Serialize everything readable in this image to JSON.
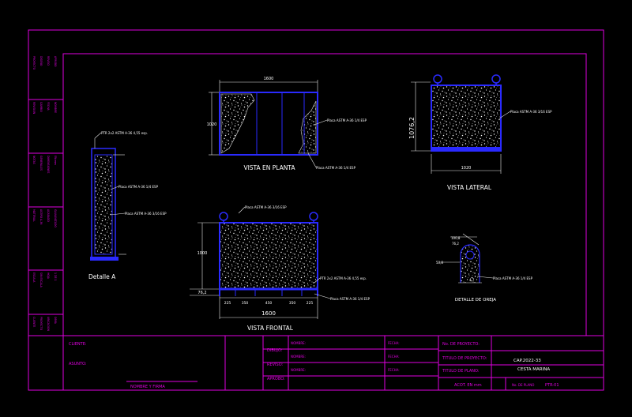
{
  "colors": {
    "background": "#000000",
    "frame": "#e000e0",
    "steel": "#2a2aff",
    "dim": "#e8e8e8",
    "text": "#ffffff"
  },
  "views": {
    "plan": {
      "title": "VISTA EN PLANTA",
      "dim_width": "1600",
      "dim_height": "1020",
      "note_right": "Placa ASTM A-36 1/4 ESP",
      "note_bottom": "Placa ASTM A-36 1/4 ESP"
    },
    "lateral": {
      "title": "VISTA LATERAL",
      "dim_height": "1076,2",
      "dim_width": "1020",
      "note": "Placa ASTM A-36 3/16 ESP"
    },
    "frontal": {
      "title": "VISTA FRONTAL",
      "dim_height": "1000",
      "dim_base": "76,2",
      "dim_total": "1600",
      "segments": [
        "225",
        "350",
        "450",
        "350",
        "225"
      ],
      "note_top": "Placa ASTM A-36 3/16 ESP",
      "note_ptr": "PTR 2x2 ASTM A-36 4,55 esp.",
      "note_bottom": "Placa ASTM A-36 1/4 ESP"
    },
    "detalle_a": {
      "title": "Detalle A",
      "note_ptr": "PTR 2x2 ASTM A-36 4,55 esp.",
      "note_1": "Placa ASTM A-36 1/4 ESP",
      "note_2": "Placa ASTM A-36 3/16 ESP"
    },
    "oreja": {
      "title": "DETALLE DE OREJA",
      "dims": [
        "100,8",
        "76,2",
        "50,8",
        "4,7"
      ],
      "note": "Placa ASTM A-36 1/4 ESP"
    }
  },
  "title_block": {
    "cliente_label": "CLIENTE:",
    "asunto_label": "ASUNTO:",
    "nombre_firma": "NOMBRE Y FIRMA",
    "dibujo_label": "DIBUJO:",
    "reviso_label": "REVISO:",
    "aprobo_label": "APROBO:",
    "nombre_label": "NOMBRE:",
    "fecha_label": "FECHA:",
    "no_proyecto_label": "No. DE PROYECTO:",
    "titulo_proyecto_label": "TITULO DE PROYECTO:",
    "titulo_plano_label": "TITULO DE PLANO:",
    "acot_label": "ACOT. EN mm",
    "plano_label": "No. DE PLANO",
    "plano_value": "PTR-01",
    "project_number": "CAP.2022-33",
    "project_title": "CESTA MARINA"
  },
  "revision_strip": {
    "blocks": [
      [
        "PROYECTO",
        "DISEÑO",
        "REVISO",
        "APROBO"
      ],
      [
        "REVISION",
        "CAMBIO",
        "FECHA",
        "NOMBRE"
      ],
      [
        "NOTAS",
        "GENERALES",
        "DIMENSIONES",
        "EN mm"
      ],
      [
        "MATERIAL",
        "ACERO A-36",
        "ACABADO",
        "GALVANIZADO"
      ],
      [
        "ESCALA",
        "SIN ESCALA",
        "HOJA",
        "1 DE 1"
      ],
      [
        "CLIENTE",
        "PROYECTO",
        "UBICACION",
        "OBRA"
      ],
      [
        "DIBUJO",
        "REVISO",
        "APROBO",
        "FECHA"
      ]
    ]
  }
}
